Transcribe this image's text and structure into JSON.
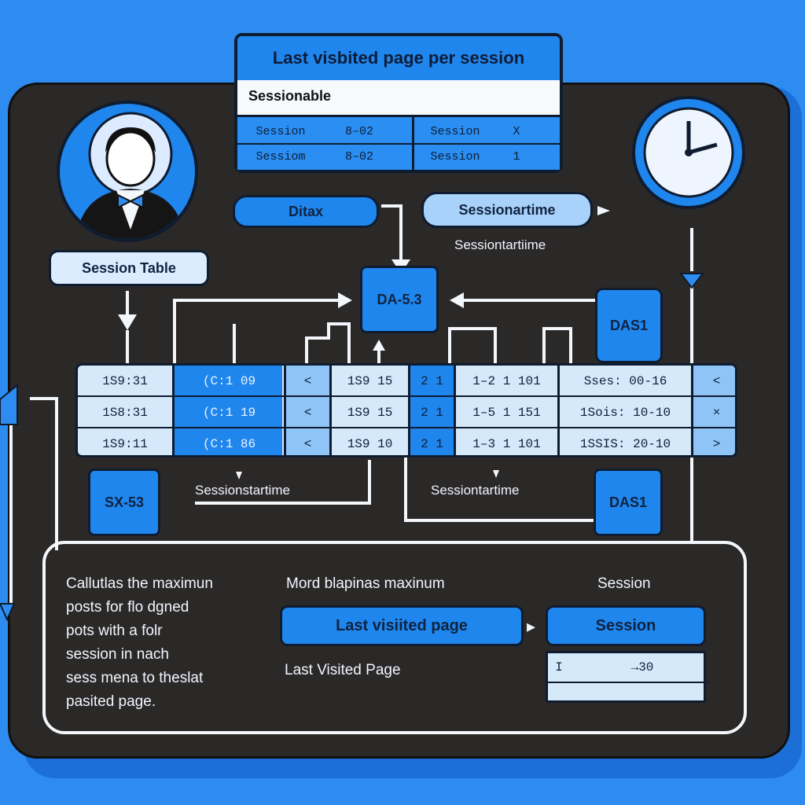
{
  "title": "Last visbited page per session",
  "mini_table": {
    "header": "Sessionable",
    "rows": [
      [
        "Session",
        "8–02",
        "Session",
        "X"
      ],
      [
        "Sessiom",
        "8–02",
        "Session",
        "1"
      ]
    ]
  },
  "person_label": "Session Table",
  "ditax_label": "Ditax",
  "sessionstart_pill": "Sessionartime",
  "sessionstart_caption": "Sessiontartiime",
  "center_node": "DA-5.3",
  "das1_top": "DAS1",
  "das1_bottom": "DAS1",
  "sx53": "SX-53",
  "big_table": {
    "rows": [
      [
        "1S9:31",
        "(C:1 09",
        "<",
        "1S9 15",
        "2 1",
        "1–2 1 101",
        "Sses: 00-16",
        "<"
      ],
      [
        "1S8:31",
        "(C:1 19",
        "<",
        "1S9 15",
        "2 1",
        "1–5 1 151",
        "1Sois: 10-10",
        "×"
      ],
      [
        "1S9:11",
        "(C:1 86",
        "<",
        "1S9 10",
        "2 1",
        "1–3 1 101",
        "1SSIS: 20-10",
        ">"
      ]
    ]
  },
  "caption_left": "Sessionstartime",
  "caption_right": "Sessiontartime",
  "bottom_panel": {
    "description_lines": [
      "Callutlas the maximun",
      "posts for flo dgned",
      "pots with a folr",
      "session in nach",
      "sess mena to theslat",
      "pasited page."
    ],
    "mid_heading": "Mord blapinas maxinum",
    "session_heading": "Session",
    "last_visited_button": "Last visiited page",
    "session_button": "Session",
    "last_visited_caption": "Last Visited Page",
    "result_cells": [
      "I",
      "→30"
    ]
  },
  "colors": {
    "background": "#2e8cf0",
    "panel": "#2b2928",
    "blue_box": "#1f86ee",
    "light_cell": "#d6e9fb"
  }
}
